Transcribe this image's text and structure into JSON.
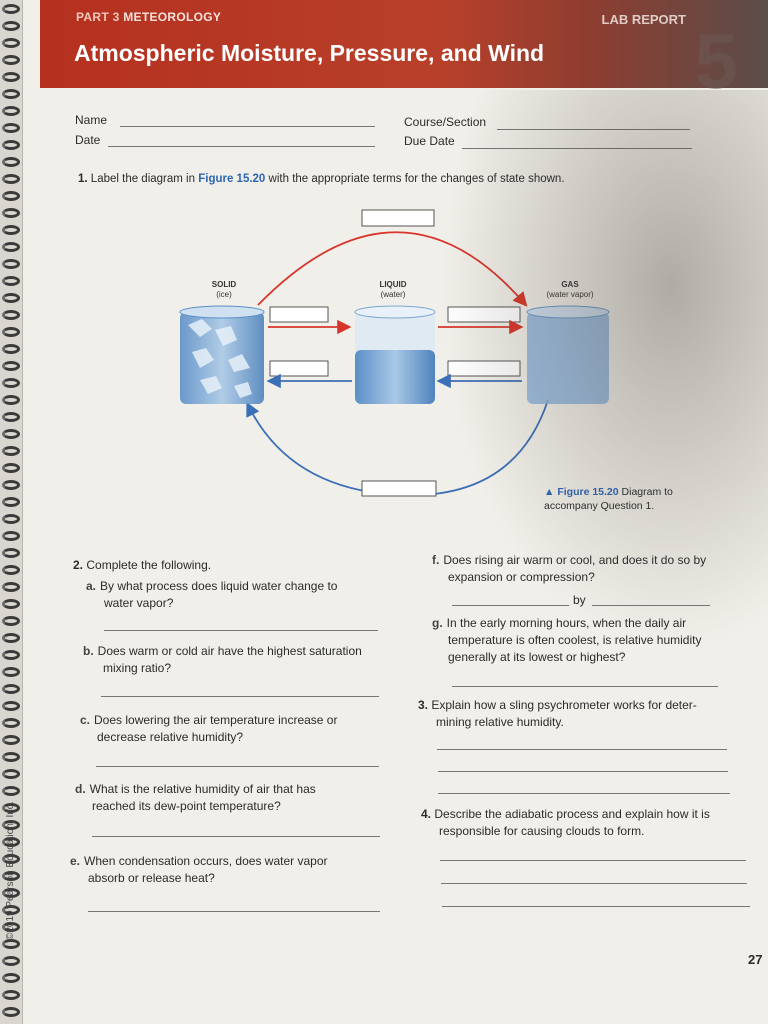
{
  "header": {
    "part_num": "PART 3",
    "part_label": "METEOROLOGY",
    "lab_report": "LAB REPORT",
    "title": "Atmospheric Moisture, Pressure, and Wind",
    "chapter_number": "5"
  },
  "fields": {
    "name": "Name",
    "date": "Date",
    "course_section": "Course/Section",
    "due_date": "Due Date"
  },
  "q1": {
    "number": "1.",
    "text_before": "Label the diagram in",
    "figure_ref": "Figure 15.20",
    "text_after": "with the appropriate terms for the changes of state shown."
  },
  "diagram": {
    "solid_label": "SOLID",
    "solid_sub": "(ice)",
    "liquid_label": "LIQUID",
    "liquid_sub": "(water)",
    "gas_label": "GAS",
    "gas_sub": "(water vapor)",
    "warm_color": "#d9362b",
    "cool_color": "#3b6fb6"
  },
  "caption": {
    "figure": "Figure 15.20",
    "line1": "Diagram to",
    "line2": "accompany Question 1."
  },
  "q2": {
    "number": "2.",
    "intro": "Complete the following.",
    "a_letter": "a.",
    "a_line1": "By what process does liquid water change to",
    "a_line2": "water vapor?",
    "b_letter": "b.",
    "b_line1": "Does warm or cold air have the highest saturation",
    "b_line2": "mixing ratio?",
    "c_letter": "c.",
    "c_line1": "Does lowering the air temperature increase or",
    "c_line2": "decrease relative humidity?",
    "d_letter": "d.",
    "d_line1": "What is the relative humidity of air that has",
    "d_line2": "reached its dew-point temperature?",
    "e_letter": "e.",
    "e_line1": "When condensation occurs, does water vapor",
    "e_line2": "absorb or release heat?",
    "f_letter": "f.",
    "f_line1": "Does rising air warm or cool, and does it do so by",
    "f_line2": "expansion or compression?",
    "f_by": "by",
    "g_letter": "g.",
    "g_line1": "In the early morning hours, when the daily air",
    "g_line2": "temperature is often coolest, is relative humidity",
    "g_line3": "generally at its lowest or highest?"
  },
  "q3": {
    "number": "3.",
    "line1": "Explain how a sling psychrometer works for deter-",
    "line2": "mining relative humidity."
  },
  "q4": {
    "number": "4.",
    "line1": "Describe the adiabatic process and explain how it is",
    "line2": "responsible for causing clouds to form."
  },
  "footer": {
    "copyright": "©2019 Pearson Education, Inc.",
    "page_number": "27"
  }
}
